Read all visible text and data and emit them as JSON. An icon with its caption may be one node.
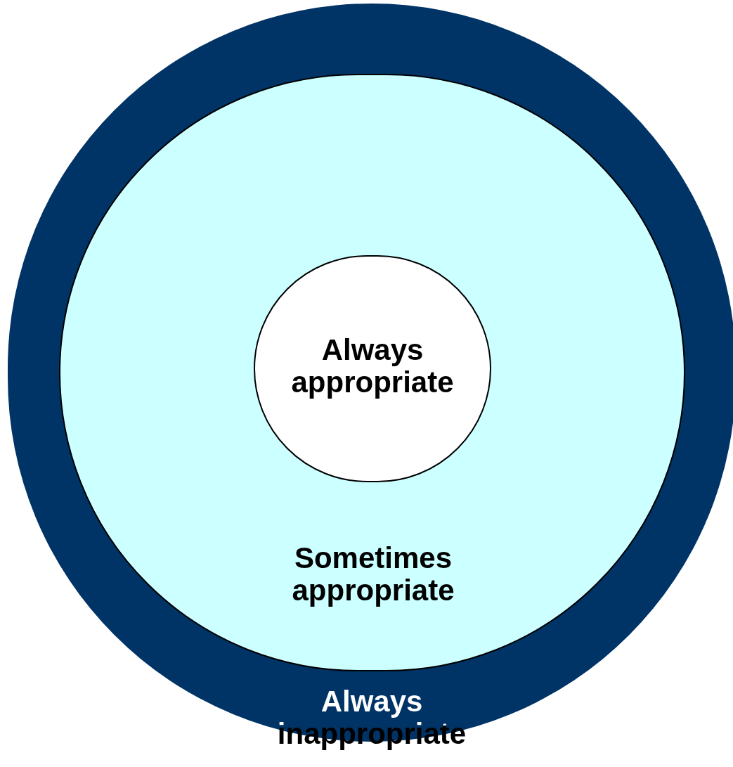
{
  "diagram": {
    "nodes": [
      {
        "text": [
          "Always inappropriate"
        ]
      },
      {
        "text": [
          "Sometimes appropriate"
        ],
        "in": 0
      },
      {
        "text": [
          "Always appropriate"
        ],
        "in": 1
      }
    ]
  }
}
